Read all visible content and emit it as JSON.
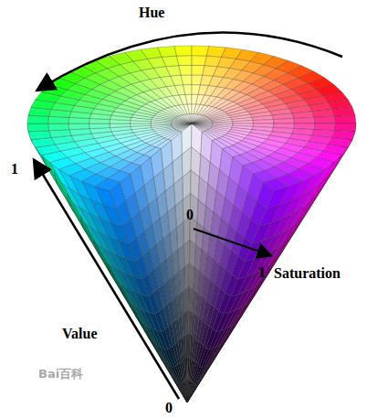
{
  "diagram": {
    "labels": [
      "Hue",
      "1",
      "0",
      "1",
      "Saturation",
      "Value",
      "0",
      "Bai百科"
    ]
  }
}
